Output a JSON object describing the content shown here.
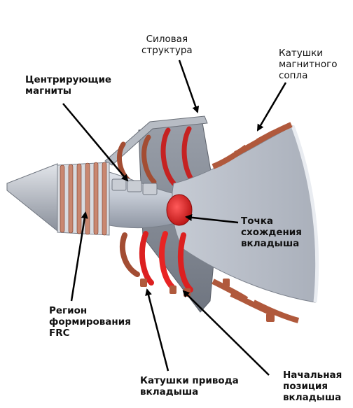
{
  "labels": {
    "power_structure": "Силовая\nструктура",
    "nozzle_coils": "Катушки\nмагнитного\nсопла",
    "centering_magnets": "Центрирующие\nмагниты",
    "convergence_point": "Точка\nсхождения\nвкладыша",
    "frc_region": "Регион\nформирования\nFRC",
    "drive_coils": "Катушки привода\nвкладыша",
    "start_position": "Начальная\nпозиция\nвкладыша"
  },
  "colors": {
    "coil_copper": "#b0593c",
    "coil_red": "#dc2020",
    "liner": "#e81c1c",
    "metal": "#b9bec8",
    "arrow": "#000000"
  }
}
